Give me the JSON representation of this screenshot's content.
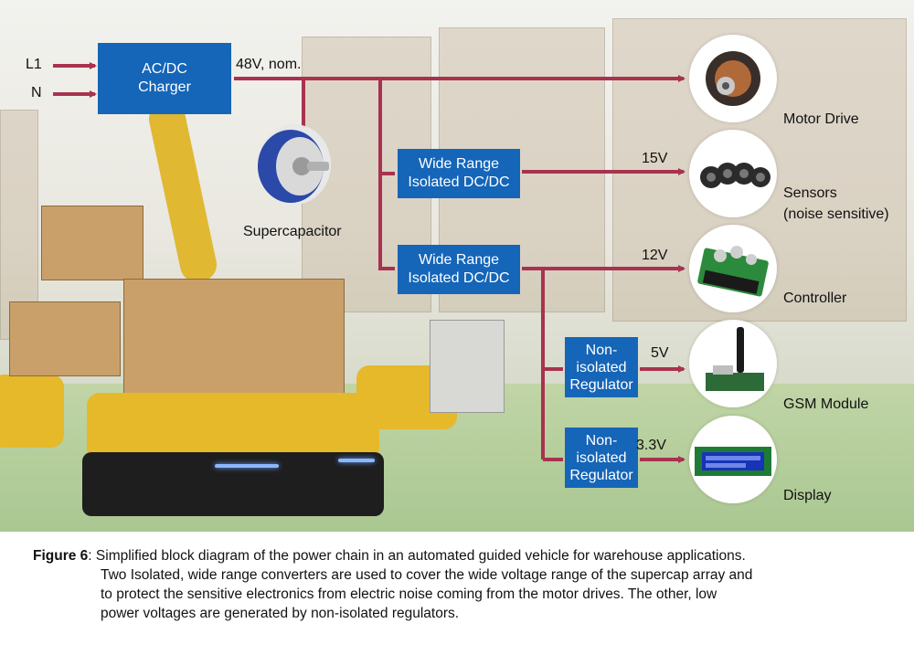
{
  "diagram": {
    "inputs": [
      "L1",
      "N"
    ],
    "blocks": {
      "charger": [
        "AC/DC",
        "Charger"
      ],
      "iso1": [
        "Wide Range",
        "Isolated DC/DC"
      ],
      "iso2": [
        "Wide Range",
        "Isolated DC/DC"
      ],
      "reg1": [
        "Non-",
        "isolated",
        "Regulator"
      ],
      "reg2": [
        "Non-",
        "isolated",
        "Regulator"
      ]
    },
    "voltages": {
      "bus": "48V, nom.",
      "sensors": "15V",
      "controller": "12V",
      "gsm": "5V",
      "display": "3.3V"
    },
    "storage_label": "Supercapacitor",
    "loads": {
      "motor": [
        "Motor Drive"
      ],
      "sensors": [
        "Sensors",
        "(noise sensitive)"
      ],
      "controller": [
        "Controller"
      ],
      "gsm": [
        "GSM Module"
      ],
      "display": [
        "Display"
      ]
    },
    "colors": {
      "block": "#1565b8",
      "wire": "#a8324f"
    }
  },
  "caption": {
    "figure_label": "Figure 6",
    "line1": ": Simplified block diagram of the power chain in an automated guided vehicle for warehouse applications.",
    "line2": "Two Isolated, wide range converters are used to cover the wide voltage range of the supercap array and",
    "line3": "to protect the sensitive electronics from electric noise coming from the motor drives. The other, low",
    "line4": "power voltages are generated by non-isolated regulators."
  }
}
